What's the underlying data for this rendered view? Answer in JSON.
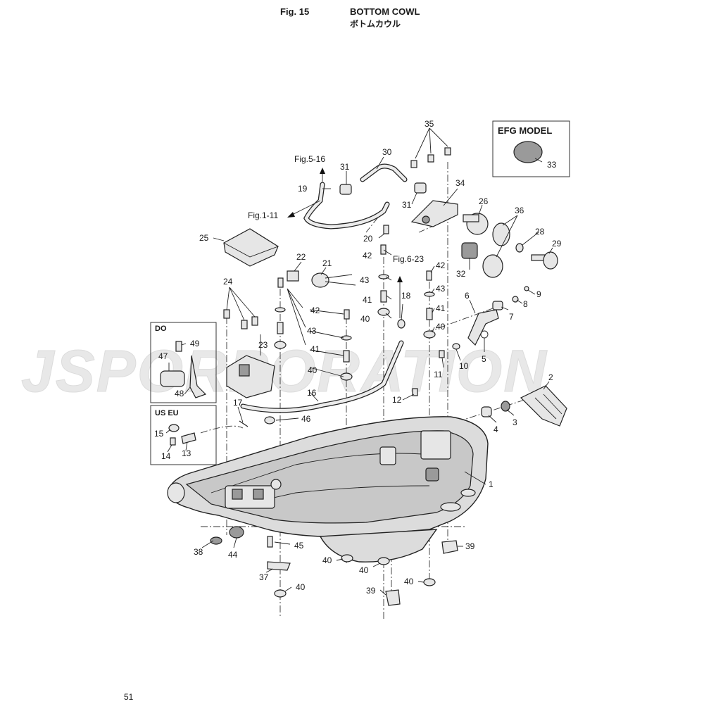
{
  "header": {
    "fig_no": "Fig. 15",
    "title_en": "BOTTOM COWL",
    "title_jp": "ボトムカウル"
  },
  "page_number": "51",
  "watermark": "JSPORPORATION",
  "insets": {
    "efg": "EFG MODEL",
    "do": "DO",
    "us_eu": "US EU"
  },
  "references": {
    "fig_5_16": "Fig.5-16",
    "fig_1_11": "Fig.1-11",
    "fig_6_23": "Fig.6-23"
  },
  "callouts": {
    "p1": "1",
    "p2": "2",
    "p3": "3",
    "p4": "4",
    "p5": "5",
    "p6": "6",
    "p7": "7",
    "p8": "8",
    "p9": "9",
    "p10": "10",
    "p11": "11",
    "p12": "12",
    "p13": "13",
    "p14": "14",
    "p15": "15",
    "p16": "16",
    "p17": "17",
    "p18": "18",
    "p19": "19",
    "p20": "20",
    "p21": "21",
    "p22": "22",
    "p23": "23",
    "p24": "24",
    "p25": "25",
    "p26": "26",
    "p28": "28",
    "p29": "29",
    "p30": "30",
    "p31a": "31",
    "p31b": "31",
    "p32": "32",
    "p33": "33",
    "p34": "34",
    "p35": "35",
    "p36": "36",
    "p37": "37",
    "p38": "38",
    "p39a": "39",
    "p39b": "39",
    "p40a": "40",
    "p40b": "40",
    "p40c": "40",
    "p40d": "40",
    "p40e": "40",
    "p40f": "40",
    "p40g": "40",
    "p41a": "41",
    "p41b": "41",
    "p41c": "41",
    "p42a": "42",
    "p42b": "42",
    "p42c": "42",
    "p43a": "43",
    "p43b": "43",
    "p43c": "43",
    "p44": "44",
    "p45": "45",
    "p46": "46",
    "p47": "47",
    "p48": "48",
    "p49": "49"
  }
}
